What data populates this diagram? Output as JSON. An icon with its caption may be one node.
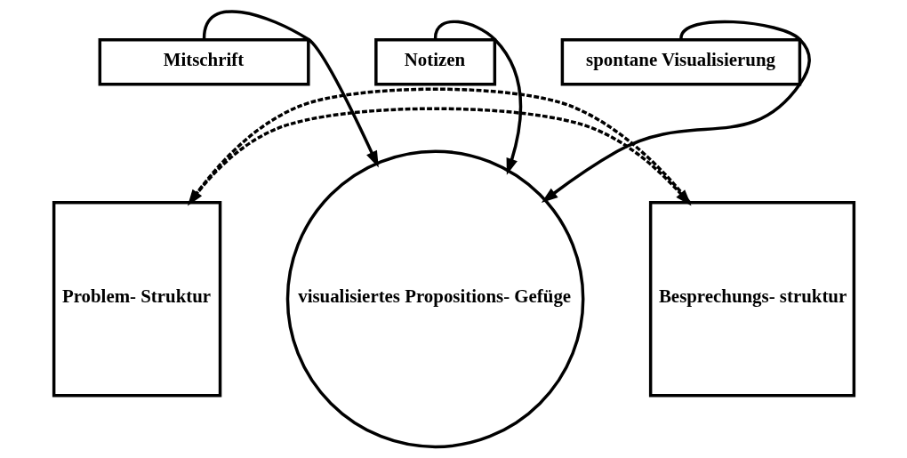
{
  "diagram": {
    "nodes": [
      {
        "text": [
          "Problem- Struktur"
        ]
      },
      {
        "text": [
          "visualisiertes Propositions- Gefüge"
        ]
      },
      {
        "text": [
          "Besprechungs- struktur"
        ]
      },
      {
        "text": [
          "Mitschrift"
        ]
      },
      {
        "text": [
          "Notizen"
        ]
      },
      {
        "text": [
          "spontane Visualisierung"
        ]
      }
    ],
    "edges": [
      {
        "from": 0,
        "to": 2,
        "arrow": "to",
        "style": "dashed"
      },
      {
        "from": 2,
        "to": 0,
        "arrow": "to",
        "style": "dashed"
      },
      {
        "from": 3,
        "to": 1,
        "arrow": "to"
      },
      {
        "from": 4,
        "to": 1,
        "arrow": "to"
      },
      {
        "from": 5,
        "to": 1,
        "arrow": "to"
      }
    ]
  }
}
